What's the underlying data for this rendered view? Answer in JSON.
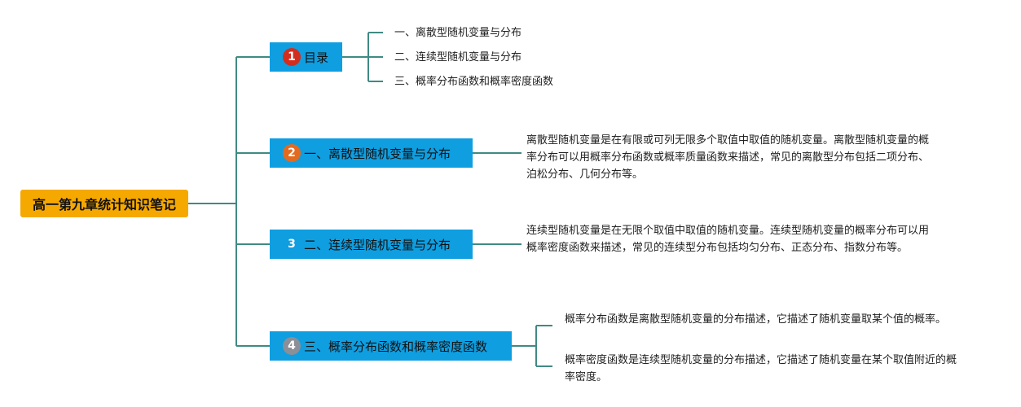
{
  "root": {
    "title": "高一第九章统计知识笔记"
  },
  "topics": [
    {
      "badge": "1",
      "badge_color": "#d32d1e",
      "label": "目录"
    },
    {
      "badge": "2",
      "badge_color": "#e46a1f",
      "label": "一、离散型随机变量与分布"
    },
    {
      "badge": "3",
      "badge_color": "#0f9ee0",
      "label": "二、连续型随机变量与分布"
    },
    {
      "badge": "4",
      "badge_color": "#8a8f98",
      "label": "三、概率分布函数和概率密度函数"
    }
  ],
  "toc_items": [
    "一、离散型随机变量与分布",
    "二、连续型随机变量与分布",
    "三、概率分布函数和概率密度函数"
  ],
  "notes": {
    "discrete": "离散型随机变量是在有限或可列无限多个取值中取值的随机变量。离散型随机变量的概率分布可以用概率分布函数或概率质量函数来描述，常见的离散型分布包括二项分布、泊松分布、几何分布等。",
    "continuous": "连续型随机变量是在无限个取值中取值的随机变量。连续型随机变量的概率分布可以用概率密度函数来描述，常见的连续型分布包括均匀分布、正态分布、指数分布等。",
    "cdf": "概率分布函数是离散型随机变量的分布描述，它描述了随机变量取某个值的概率。",
    "pdf": "概率密度函数是连续型随机变量的分布描述，它描述了随机变量在某个取值附近的概率密度。"
  },
  "colors": {
    "root": "#f5a800",
    "topic": "#0f9ee0",
    "connector": "#3f8a83"
  }
}
